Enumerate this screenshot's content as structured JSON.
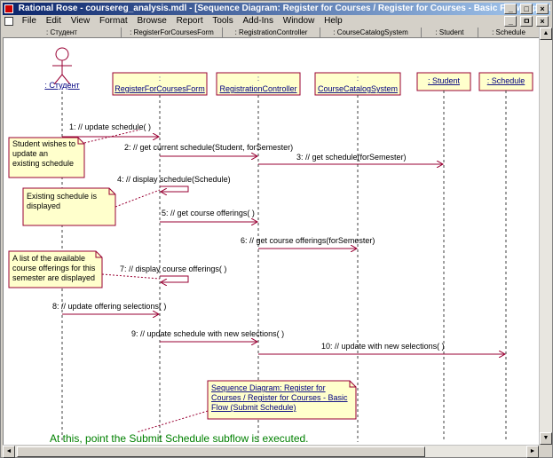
{
  "window": {
    "title": "Rational Rose - coursereg_analysis.mdl - [Sequence Diagram: Register for Courses / Register for Courses - Basic Flow (Update Schedule)]",
    "controls": {
      "minimize": "_",
      "maximize": "□",
      "close": "×"
    }
  },
  "menu": {
    "items": [
      "File",
      "Edit",
      "View",
      "Format",
      "Browse",
      "Report",
      "Tools",
      "Add-Ins",
      "Window",
      "Help"
    ],
    "doc_controls": {
      "minimize": "_",
      "restore": "ㅁ",
      "close": "×"
    }
  },
  "header": {
    "cells": [
      ": Студент",
      ": RegisterForCoursesForm",
      ": RegistrationController",
      ": CourseCatalogSystem",
      ": Student",
      ": Schedule"
    ]
  },
  "diagram": {
    "actor": {
      "label": ": Студент",
      "icon": "stick-figure-actor"
    },
    "objects": [
      {
        "label": "RegisterForCoursesForm",
        "stereo": ":"
      },
      {
        "label": "RegistrationController",
        "stereo": ":"
      },
      {
        "label": "CourseCatalogSystem",
        "stereo": ":"
      },
      {
        "label": ": Student"
      },
      {
        "label": ": Schedule"
      }
    ],
    "messages": [
      "1: // update schedule( )",
      "2: // get current schedule(Student, forSemester)",
      "3: // get schedule(forSemester)",
      "4: // display schedule(Schedule)",
      "5: // get course offerings( )",
      "6: // get course offerings(forSemester)",
      "7: // display course offerings( )",
      "8: // update offering selections( )",
      "9: // update schedule with new selections( )",
      "10: // update with new selections( )"
    ],
    "notes": [
      [
        "Student wishes to",
        "update an",
        "existing schedule"
      ],
      [
        "Existing schedule is",
        "displayed"
      ],
      [
        "A list of the available",
        "course offerings for this",
        "semester are displayed"
      ]
    ],
    "link_note": [
      "Sequence Diagram: Register for",
      "Courses / Register for Courses - Basic",
      "Flow (Submit Schedule)"
    ],
    "footer_text": "At this, point the Submit Schedule subflow is executed.",
    "colors": {
      "object_fill": "#ffffcc",
      "object_border": "#990033",
      "object_text": "#000080",
      "arrow": "#990033",
      "note_fill": "#ffffcc",
      "note_border": "#990033",
      "footer_text": "#008000"
    }
  },
  "scroll": {
    "left": "◄",
    "right": "►",
    "down": "▼",
    "up": "▲"
  }
}
